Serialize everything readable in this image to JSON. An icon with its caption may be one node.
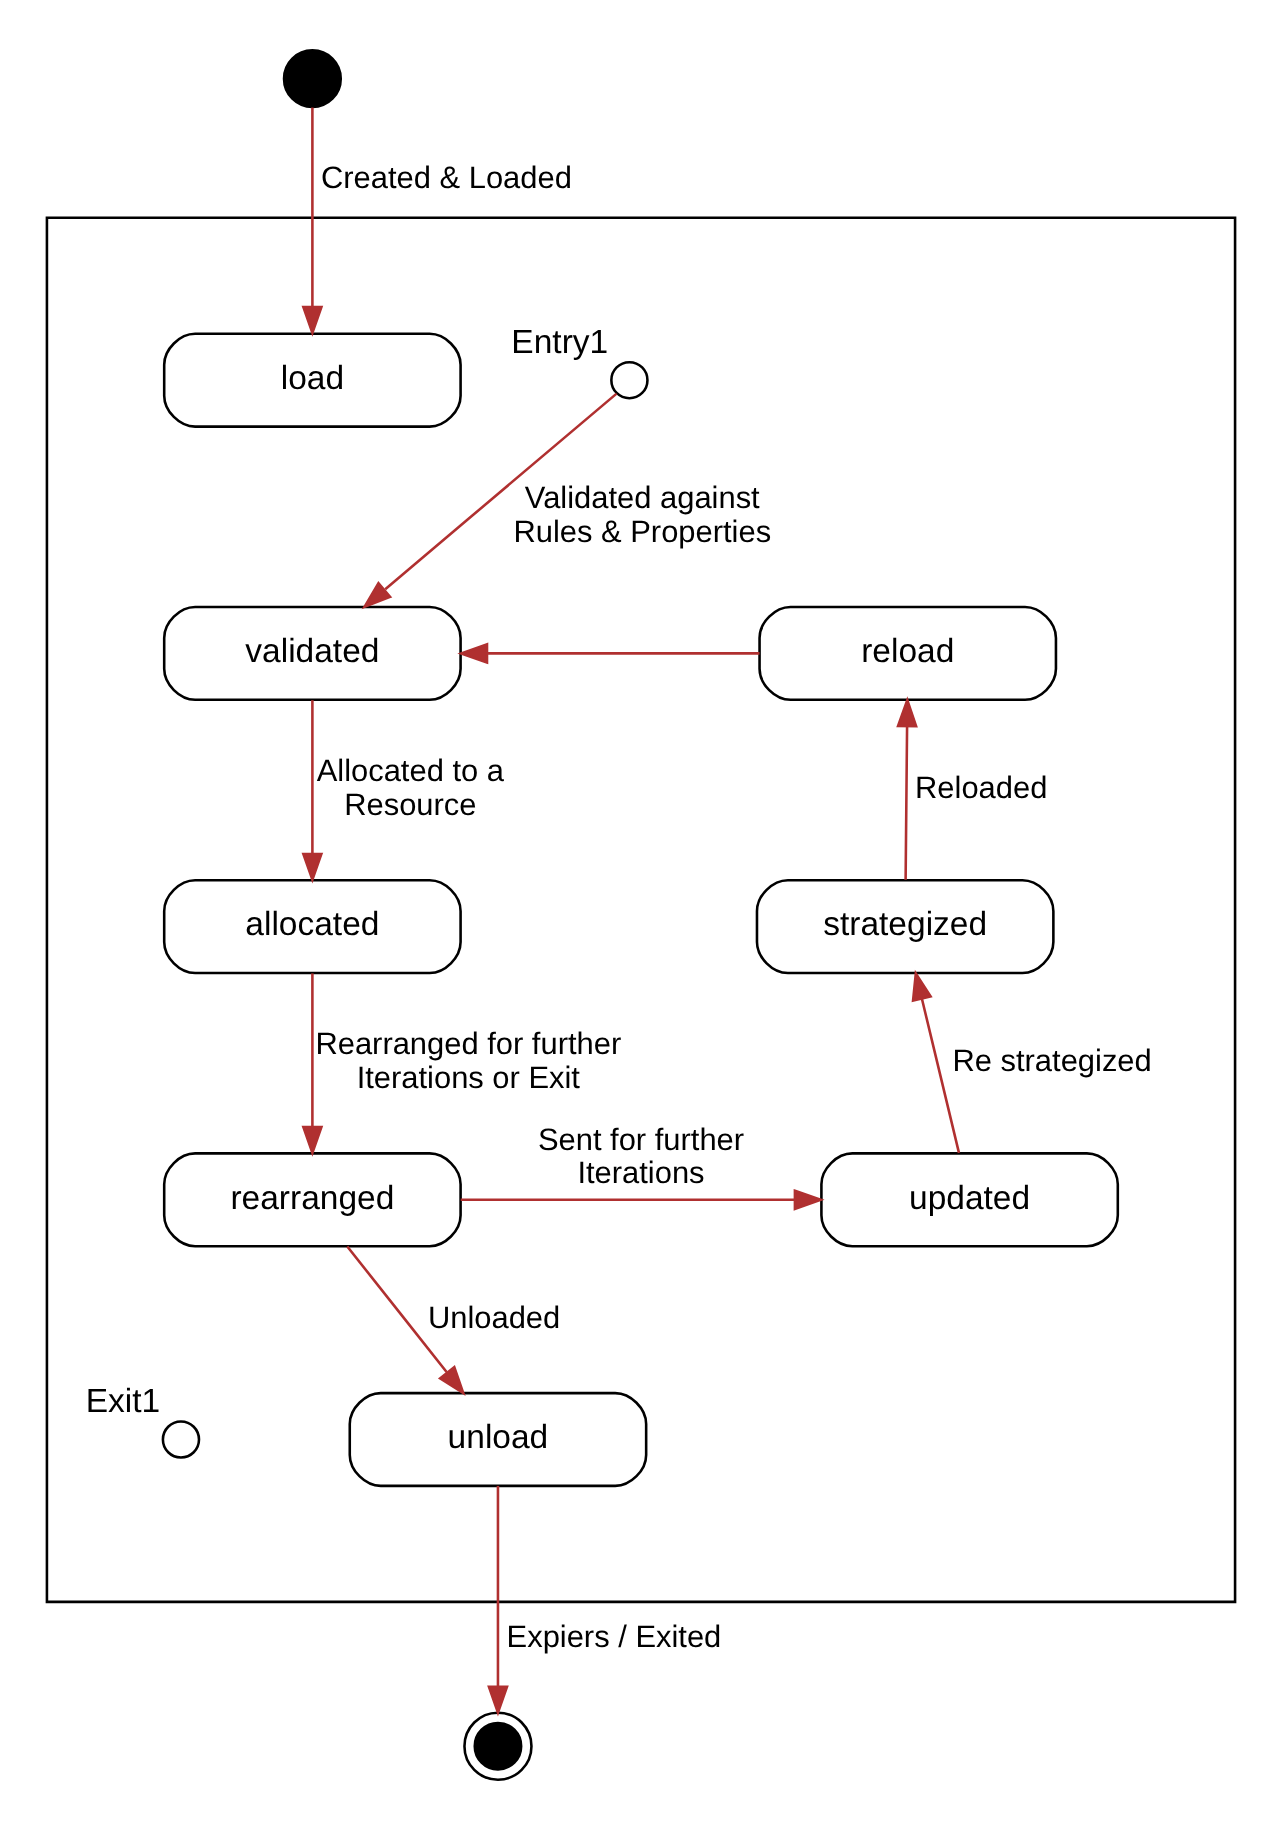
{
  "diagram": {
    "nodes": [
      {
        "text": [],
        "shape": "circle"
      },
      {
        "text": [],
        "shape": "box"
      },
      {
        "text": [
          "load"
        ],
        "in": 1
      },
      {
        "text": [
          "Entry1"
        ],
        "in": 1
      },
      {
        "text": [
          "validated"
        ],
        "in": 1
      },
      {
        "text": [
          "reload"
        ],
        "in": 1
      },
      {
        "text": [
          "allocated"
        ],
        "in": 1
      },
      {
        "text": [
          "strategized"
        ],
        "in": 1
      },
      {
        "text": [
          "rearranged"
        ],
        "in": 1
      },
      {
        "text": [
          "updated"
        ],
        "in": 1
      },
      {
        "text": [
          "unload"
        ],
        "in": 1
      },
      {
        "text": [
          "Exit1"
        ],
        "in": 1
      },
      {
        "text": [],
        "shape": "circle"
      }
    ],
    "edges": [
      {
        "from": 0,
        "to": 2,
        "arrow": "to",
        "label": "Created & Loaded"
      },
      {
        "from": 3,
        "to": 4,
        "arrow": "to",
        "label": "Validated against Rules & Properties"
      },
      {
        "from": 4,
        "to": 6,
        "arrow": "to",
        "label": "Allocated to a Resource"
      },
      {
        "from": 6,
        "to": 8,
        "arrow": "to",
        "label": "Rearranged for further Iterations or Exit"
      },
      {
        "from": 8,
        "to": 9,
        "arrow": "to",
        "label": "Sent for further Iterations"
      },
      {
        "from": 9,
        "to": 7,
        "arrow": "to",
        "label": "Re strategized"
      },
      {
        "from": 7,
        "to": 5,
        "arrow": "to",
        "label": "Reloaded"
      },
      {
        "from": 5,
        "to": 4,
        "arrow": "to"
      },
      {
        "from": 8,
        "to": 10,
        "arrow": "to",
        "label": "Unloaded"
      },
      {
        "from": 10,
        "to": 12,
        "arrow": "to",
        "label": "Expiers / Exited"
      }
    ]
  }
}
